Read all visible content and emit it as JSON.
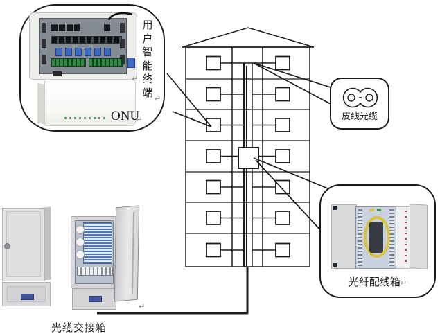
{
  "callouts": {
    "user_terminal": {
      "label_vertical": "用户智能终端",
      "onu_label": "ONU"
    },
    "drop_cable": {
      "label": "皮线光缆"
    },
    "distribution_box": {
      "label": "光纤配线箱"
    },
    "cross_connect": {
      "label": "光缆交接箱"
    }
  },
  "marks": {
    "return": "↵"
  },
  "colors": {
    "line": "#1c1c1c",
    "fiber_adapter_blue": "#3e6cc2",
    "terminal_green": "#2c8a42",
    "fiber_loop_yellow": "#d9c33c",
    "cabinet_label_blue": "#42539c"
  }
}
